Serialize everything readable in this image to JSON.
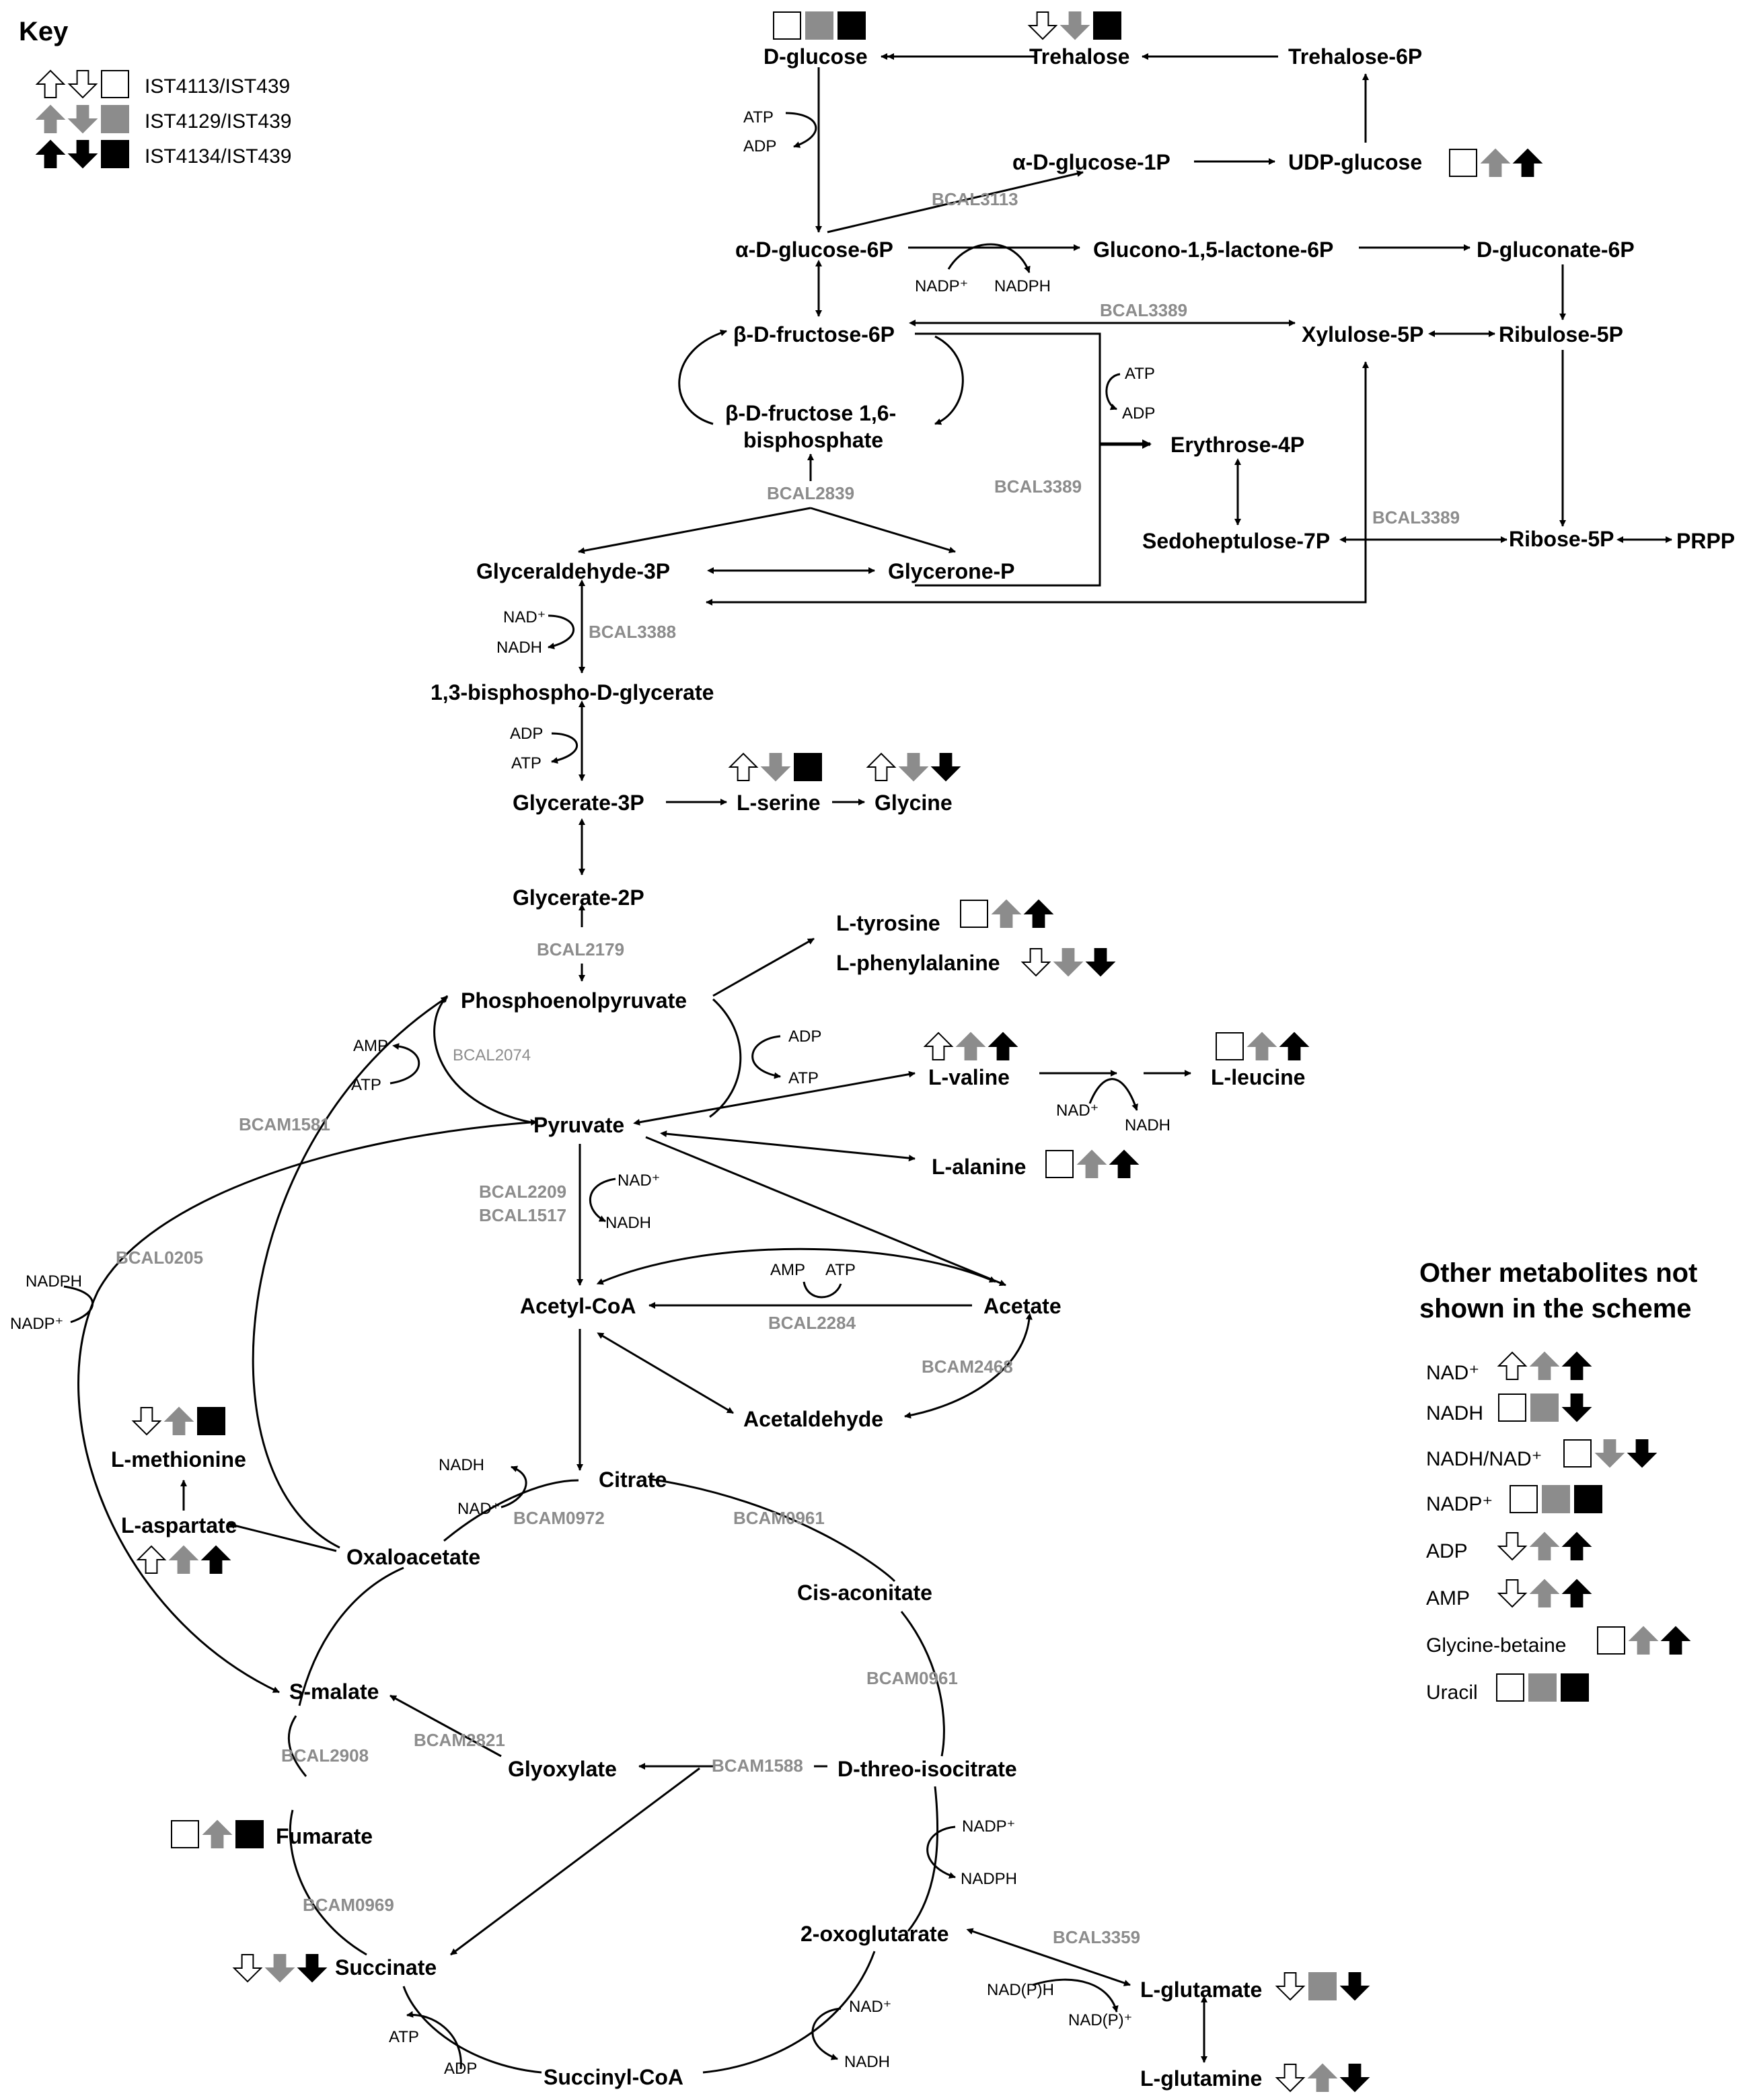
{
  "key": {
    "title": "Key",
    "rows": [
      {
        "label": "IST4113/IST439",
        "color": "#ffffff"
      },
      {
        "label": "IST4129/IST439",
        "color": "#8c8c8c"
      },
      {
        "label": "IST4134/IST439",
        "color": "#000000"
      }
    ]
  },
  "metabolites": {
    "d_glucose": "D-glucose",
    "trehalose": "Trehalose",
    "trehalose_6p": "Trehalose-6P",
    "a_d_glucose_1p": "α-D-glucose-1P",
    "udp_glucose": "UDP-glucose",
    "a_d_glucose_6p": "α-D-glucose-6P",
    "glucono_lactone_6p": "Glucono-1,5-lactone-6P",
    "d_gluconate_6p": "D-gluconate-6P",
    "b_d_fructose_6p": "β-D-fructose-6P",
    "xylulose_5p": "Xylulose-5P",
    "ribulose_5p": "Ribulose-5P",
    "fructose_bisp_1": "β-D-fructose 1,6-",
    "fructose_bisp_2": "bisphosphate",
    "erythrose_4p": "Erythrose-4P",
    "sedoheptulose_7p": "Sedoheptulose-7P",
    "ribose_5p": "Ribose-5P",
    "prpp": "PRPP",
    "glyceraldehyde_3p": "Glyceraldehyde-3P",
    "glycerone_p": "Glycerone-P",
    "bisphospho_glycerate": "1,3-bisphospho-D-glycerate",
    "glycerate_3p": "Glycerate-3P",
    "l_serine": "L-serine",
    "glycine": "Glycine",
    "glycerate_2p": "Glycerate-2P",
    "l_tyrosine": "L-tyrosine",
    "l_phenylalanine": "L-phenylalanine",
    "pep": "Phosphoenolpyruvate",
    "l_valine": "L-valine",
    "l_leucine": "L-leucine",
    "pyruvate": "Pyruvate",
    "l_alanine": "L-alanine",
    "acetyl_coa": "Acetyl-CoA",
    "acetate": "Acetate",
    "acetaldehyde": "Acetaldehyde",
    "l_methionine": "L-methionine",
    "l_aspartate": "L-aspartate",
    "citrate": "Citrate",
    "oxaloacetate": "Oxaloacetate",
    "cis_aconitate": "Cis-aconitate",
    "s_malate": "S-malate",
    "glyoxylate": "Glyoxylate",
    "d_threo_isocitrate": "D-threo-isocitrate",
    "fumarate": "Fumarate",
    "two_oxoglutarate": "2-oxoglutarate",
    "succinate": "Succinate",
    "l_glutamate": "L-glutamate",
    "succinyl_coa": "Succinyl-CoA",
    "l_glutamine": "L-glutamine"
  },
  "enzymes": {
    "bcal3113": "BCAL3113",
    "bcal3389_a": "BCAL3389",
    "bcal3389_b": "BCAL3389",
    "bcal3389_c": "BCAL3389",
    "bcal2839": "BCAL2839",
    "bcal3388": "BCAL3388",
    "bcal2179": "BCAL2179",
    "bcal2074": "BCAL2074",
    "bcam1581": "BCAM1581",
    "bcal2209": "BCAL2209",
    "bcal1517": "BCAL1517",
    "bcal0205": "BCAL0205",
    "bcal2284": "BCAL2284",
    "bcam2468": "BCAM2468",
    "bcam0972": "BCAM0972",
    "bcam0961_a": "BCAM0961",
    "bcam0961_b": "BCAM0961",
    "bcam2821": "BCAM2821",
    "bcal2908": "BCAL2908",
    "bcam1588": "BCAM1588",
    "bcam0969": "BCAM0969",
    "bcal3359": "BCAL3359"
  },
  "cofactors": {
    "atp1": "ATP",
    "adp1": "ADP",
    "nadp1": "NADP⁺",
    "nadph1": "NADPH",
    "atp2": "ATP",
    "adp2": "ADP",
    "nad1": "NAD⁺",
    "nadh1": "NADH",
    "adp3": "ADP",
    "atp3": "ATP",
    "amp1": "AMP",
    "atp4": "ATP",
    "adp4": "ADP",
    "atp5": "ATP",
    "nad2": "NAD⁺",
    "nadh2": "NADH",
    "nad3": "NAD⁺",
    "nadh3": "NADH",
    "nadph2": "NADPH",
    "nadp2": "NADP⁺",
    "amp2": "AMP",
    "atp6": "ATP",
    "nadh4": "NADH",
    "nad4": "NAD⁺",
    "nadp3": "NADP⁺",
    "nadph3": "NADPH",
    "nadph_p": "NAD(P)H",
    "nadp_p": "NAD(P)⁺",
    "atp7": "ATP",
    "adp7": "ADP",
    "nad5": "NAD⁺",
    "nadh5": "NADH"
  },
  "other": {
    "title_line1": "Other metabolites not",
    "title_line2": "shown in the scheme",
    "items": [
      {
        "label": "NAD⁺",
        "markers": [
          "up-white",
          "up-grey",
          "up-black"
        ]
      },
      {
        "label": "NADH",
        "markers": [
          "sq-white",
          "sq-grey",
          "down-black"
        ]
      },
      {
        "label": "NADH/NAD⁺",
        "markers": [
          "sq-white",
          "down-grey",
          "down-black"
        ]
      },
      {
        "label": "NADP⁺",
        "markers": [
          "sq-white",
          "sq-grey",
          "sq-black"
        ]
      },
      {
        "label": "ADP",
        "markers": [
          "down-white",
          "up-grey",
          "up-black"
        ]
      },
      {
        "label": "AMP",
        "markers": [
          "down-white",
          "up-grey",
          "up-black"
        ]
      },
      {
        "label": "Glycine-betaine",
        "markers": [
          "sq-white",
          "up-grey",
          "up-black"
        ]
      },
      {
        "label": "Uracil",
        "markers": [
          "sq-white",
          "sq-grey",
          "sq-black"
        ]
      }
    ]
  },
  "marker_sets": {
    "d_glucose": [
      "sq-white",
      "sq-grey",
      "sq-black"
    ],
    "trehalose": [
      "down-white",
      "down-grey",
      "sq-black"
    ],
    "udp_glucose": [
      "sq-white",
      "up-grey",
      "up-black"
    ],
    "l_serine": [
      "up-white",
      "down-grey",
      "sq-black"
    ],
    "glycine": [
      "up-white",
      "down-grey",
      "down-black"
    ],
    "l_tyrosine": [
      "sq-white",
      "up-grey",
      "up-black"
    ],
    "l_phenylalanine": [
      "down-white",
      "down-grey",
      "down-black"
    ],
    "l_valine": [
      "up-white",
      "up-grey",
      "up-black"
    ],
    "l_leucine": [
      "sq-white",
      "up-grey",
      "up-black"
    ],
    "l_alanine": [
      "sq-white",
      "up-grey",
      "up-black"
    ],
    "l_methionine": [
      "down-white",
      "up-grey",
      "sq-black"
    ],
    "l_aspartate": [
      "up-white",
      "up-grey",
      "up-black"
    ],
    "fumarate": [
      "sq-white",
      "up-grey",
      "sq-black"
    ],
    "succinate": [
      "down-white",
      "down-grey",
      "down-black"
    ],
    "l_glutamate": [
      "down-white",
      "sq-grey",
      "down-black"
    ],
    "l_glutamine": [
      "down-white",
      "up-grey",
      "down-black"
    ]
  },
  "colors": {
    "white": "#ffffff",
    "grey": "#8c8c8c",
    "black": "#000000"
  }
}
